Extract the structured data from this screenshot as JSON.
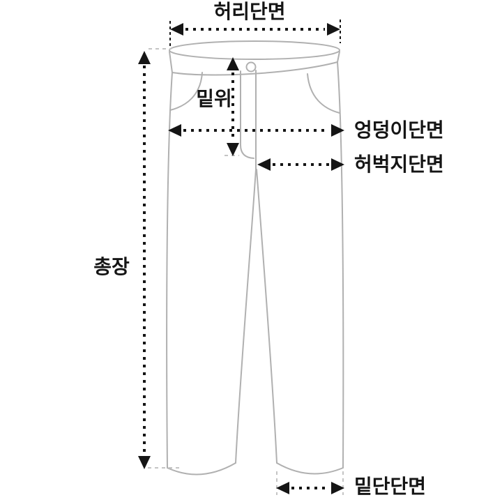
{
  "diagram": {
    "type": "pants-size-guide",
    "labels": {
      "waist": "허리단면",
      "rise": "밑위",
      "hip": "엉덩이단면",
      "thigh": "허벅지단면",
      "total_length": "총장",
      "hem": "밑단단면"
    },
    "colors": {
      "background": "#ffffff",
      "outline": "#b0b0b0",
      "arrow": "#151515",
      "label_text": "#151515",
      "guide": "#c4c4c4"
    }
  }
}
